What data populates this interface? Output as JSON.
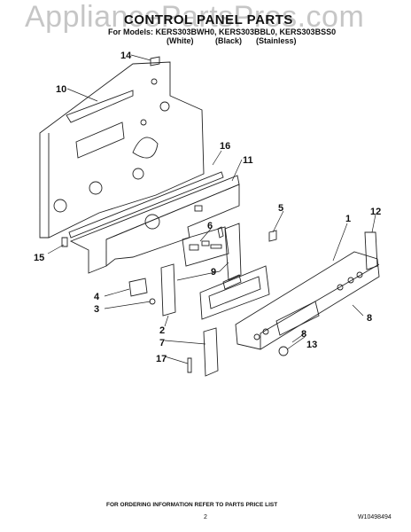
{
  "header": {
    "watermark": "AppliancePartsPros.com",
    "title": "CONTROL PANEL PARTS",
    "models_line": "For Models: KERS303BWH0, KERS303BBL0, KERS303BSS0",
    "color_variants": [
      "(White)",
      "(Black)",
      "(Stainless)"
    ]
  },
  "callouts": [
    "14",
    "10",
    "16",
    "11",
    "5",
    "1",
    "12",
    "6",
    "9",
    "15",
    "4",
    "3",
    "2",
    "8",
    "7",
    "13",
    "17"
  ],
  "footer": {
    "ordering_note": "FOR ORDERING INFORMATION REFER TO PARTS PRICE LIST",
    "page_number": "2",
    "part_number": "W10498494"
  }
}
